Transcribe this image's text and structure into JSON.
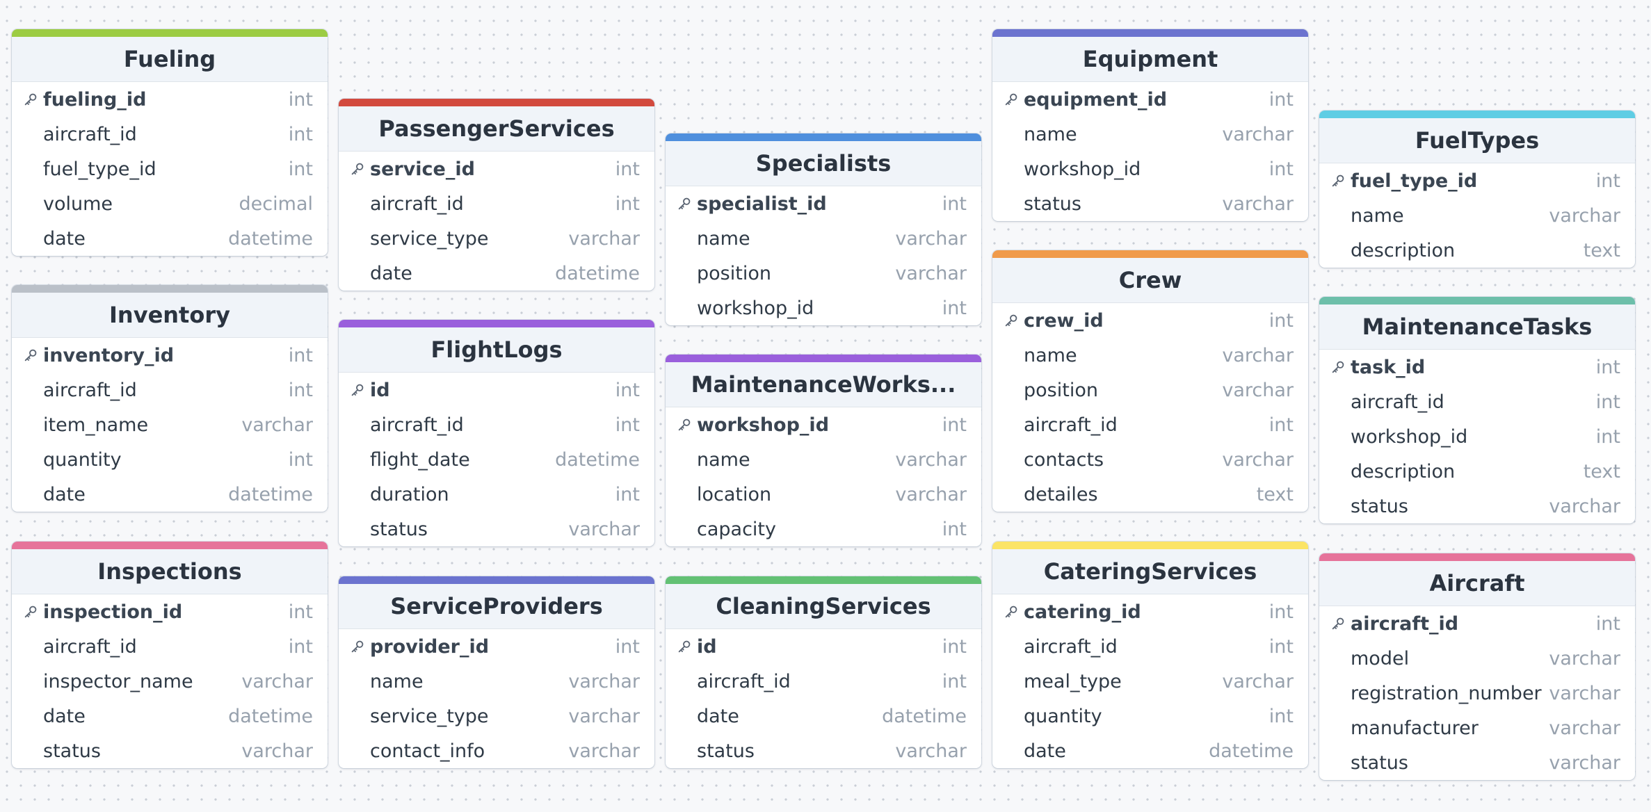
{
  "tables": [
    {
      "id": "fueling",
      "name": "Fueling",
      "color": "#9ccc43",
      "columns": [
        {
          "name": "fueling_id",
          "type": "int",
          "pk": true
        },
        {
          "name": "aircraft_id",
          "type": "int"
        },
        {
          "name": "fuel_type_id",
          "type": "int"
        },
        {
          "name": "volume",
          "type": "decimal"
        },
        {
          "name": "date",
          "type": "datetime"
        }
      ]
    },
    {
      "id": "inventory",
      "name": "Inventory",
      "color": "#bac0c8",
      "columns": [
        {
          "name": "inventory_id",
          "type": "int",
          "pk": true
        },
        {
          "name": "aircraft_id",
          "type": "int"
        },
        {
          "name": "item_name",
          "type": "varchar"
        },
        {
          "name": "quantity",
          "type": "int"
        },
        {
          "name": "date",
          "type": "datetime"
        }
      ]
    },
    {
      "id": "inspections",
      "name": "Inspections",
      "color": "#e6739a",
      "columns": [
        {
          "name": "inspection_id",
          "type": "int",
          "pk": true
        },
        {
          "name": "aircraft_id",
          "type": "int"
        },
        {
          "name": "inspector_name",
          "type": "varchar"
        },
        {
          "name": "date",
          "type": "datetime"
        },
        {
          "name": "status",
          "type": "varchar"
        }
      ]
    },
    {
      "id": "passenger-services",
      "name": "PassengerServices",
      "color": "#d24a3e",
      "columns": [
        {
          "name": "service_id",
          "type": "int",
          "pk": true
        },
        {
          "name": "aircraft_id",
          "type": "int"
        },
        {
          "name": "service_type",
          "type": "varchar"
        },
        {
          "name": "date",
          "type": "datetime"
        }
      ]
    },
    {
      "id": "flight-logs",
      "name": "FlightLogs",
      "color": "#9a5fdc",
      "columns": [
        {
          "name": "id",
          "type": "int",
          "pk": true
        },
        {
          "name": "aircraft_id",
          "type": "int"
        },
        {
          "name": "flight_date",
          "type": "datetime"
        },
        {
          "name": "duration",
          "type": "int"
        },
        {
          "name": "status",
          "type": "varchar"
        }
      ]
    },
    {
      "id": "service-providers",
      "name": "ServiceProviders",
      "color": "#6b73cf",
      "columns": [
        {
          "name": "provider_id",
          "type": "int",
          "pk": true
        },
        {
          "name": "name",
          "type": "varchar"
        },
        {
          "name": "service_type",
          "type": "varchar"
        },
        {
          "name": "contact_info",
          "type": "varchar"
        }
      ]
    },
    {
      "id": "specialists",
      "name": "Specialists",
      "color": "#4f8fdd",
      "columns": [
        {
          "name": "specialist_id",
          "type": "int",
          "pk": true
        },
        {
          "name": "name",
          "type": "varchar"
        },
        {
          "name": "position",
          "type": "varchar"
        },
        {
          "name": "workshop_id",
          "type": "int"
        }
      ]
    },
    {
      "id": "maintenance-workshops",
      "name": "MaintenanceWorks...",
      "color": "#9a5fdc",
      "columns": [
        {
          "name": "workshop_id",
          "type": "int",
          "pk": true
        },
        {
          "name": "name",
          "type": "varchar"
        },
        {
          "name": "location",
          "type": "varchar"
        },
        {
          "name": "capacity",
          "type": "int"
        }
      ]
    },
    {
      "id": "cleaning-services",
      "name": "CleaningServices",
      "color": "#63c174",
      "columns": [
        {
          "name": "id",
          "type": "int",
          "pk": true
        },
        {
          "name": "aircraft_id",
          "type": "int"
        },
        {
          "name": "date",
          "type": "datetime"
        },
        {
          "name": "status",
          "type": "varchar"
        }
      ]
    },
    {
      "id": "equipment",
      "name": "Equipment",
      "color": "#6b73cf",
      "columns": [
        {
          "name": "equipment_id",
          "type": "int",
          "pk": true
        },
        {
          "name": "name",
          "type": "varchar"
        },
        {
          "name": "workshop_id",
          "type": "int"
        },
        {
          "name": "status",
          "type": "varchar"
        }
      ]
    },
    {
      "id": "crew",
      "name": "Crew",
      "color": "#f09a4a",
      "columns": [
        {
          "name": "crew_id",
          "type": "int",
          "pk": true
        },
        {
          "name": "name",
          "type": "varchar"
        },
        {
          "name": "position",
          "type": "varchar"
        },
        {
          "name": "aircraft_id",
          "type": "int"
        },
        {
          "name": "contacts",
          "type": "varchar"
        },
        {
          "name": "detailes",
          "type": "text"
        }
      ]
    },
    {
      "id": "catering-services",
      "name": "CateringServices",
      "color": "#fbe466",
      "columns": [
        {
          "name": "catering_id",
          "type": "int",
          "pk": true
        },
        {
          "name": "aircraft_id",
          "type": "int"
        },
        {
          "name": "meal_type",
          "type": "varchar"
        },
        {
          "name": "quantity",
          "type": "int"
        },
        {
          "name": "date",
          "type": "datetime"
        }
      ]
    },
    {
      "id": "fuel-types",
      "name": "FuelTypes",
      "color": "#5fcde4",
      "columns": [
        {
          "name": "fuel_type_id",
          "type": "int",
          "pk": true
        },
        {
          "name": "name",
          "type": "varchar"
        },
        {
          "name": "description",
          "type": "text"
        }
      ]
    },
    {
      "id": "maintenance-tasks",
      "name": "MaintenanceTasks",
      "color": "#6dbfaa",
      "columns": [
        {
          "name": "task_id",
          "type": "int",
          "pk": true
        },
        {
          "name": "aircraft_id",
          "type": "int"
        },
        {
          "name": "workshop_id",
          "type": "int"
        },
        {
          "name": "description",
          "type": "text"
        },
        {
          "name": "status",
          "type": "varchar"
        }
      ]
    },
    {
      "id": "aircraft",
      "name": "Aircraft",
      "color": "#e6739a",
      "columns": [
        {
          "name": "aircraft_id",
          "type": "int",
          "pk": true
        },
        {
          "name": "model",
          "type": "varchar"
        },
        {
          "name": "registration_number",
          "type": "varchar"
        },
        {
          "name": "manufacturer",
          "type": "varchar"
        },
        {
          "name": "status",
          "type": "varchar"
        }
      ]
    }
  ]
}
